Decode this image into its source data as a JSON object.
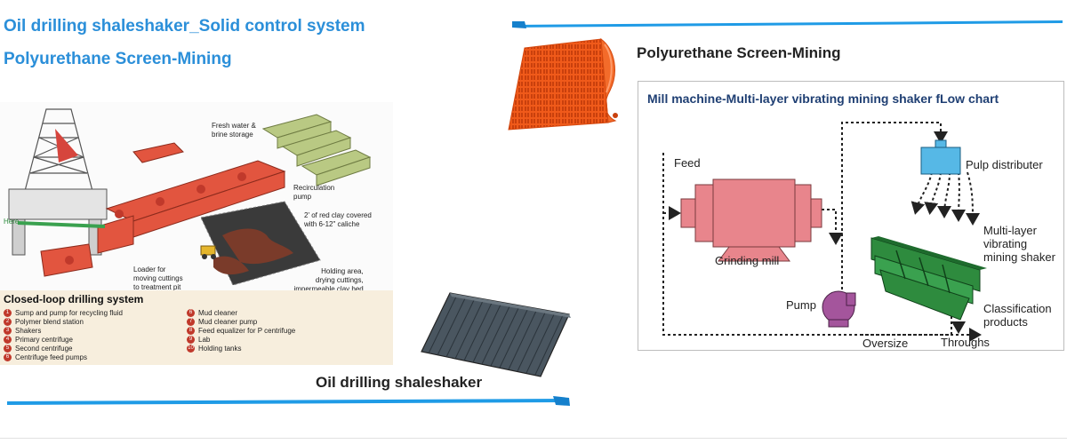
{
  "header": {
    "title_line1": "Oil drilling shaleshaker_Solid control system",
    "title_line2": "Polyurethane Screen-Mining"
  },
  "captions": {
    "polyurethane_screen": "Polyurethane Screen-Mining",
    "oil_shaleshaker": "Oil drilling shaleshaker"
  },
  "drilling_diagram": {
    "labels": {
      "fresh_water": "Fresh water &\nbrine storage",
      "recirculation": "Recirculation\npump",
      "red_clay": "2' of red clay covered\nwith 6-12\" caliche",
      "here": "Here",
      "loader": "Loader for\nmoving cuttings\nto treatment pit",
      "holding_area": "Holding area,\ndrying cuttings,\nimpermeable clay bed\nbottom covered with caliche"
    },
    "legend_title": "Closed-loop drilling system",
    "legend_left": [
      {
        "num": "1",
        "text": "Sump and pump for recycling fluid"
      },
      {
        "num": "2",
        "text": "Polymer blend station"
      },
      {
        "num": "3",
        "text": "Shakers"
      },
      {
        "num": "4",
        "text": "Primary centrifuge"
      },
      {
        "num": "5",
        "text": "Second centrifuge"
      },
      {
        "num": "6",
        "text": "Centrifuge feed pumps"
      }
    ],
    "legend_right": [
      {
        "num": "6",
        "text": "Mud cleaner"
      },
      {
        "num": "7",
        "text": "Mud cleaner pump"
      },
      {
        "num": "8",
        "text": "Feed equalizer for P centrifuge"
      },
      {
        "num": "9",
        "text": "Lab"
      },
      {
        "num": "10",
        "text": "Holding tanks"
      }
    ]
  },
  "flow_chart": {
    "title": "Mill machine-Multi-layer vibrating mining shaker fLow chart",
    "labels": {
      "feed": "Feed",
      "grinding_mill": "Grinding mill",
      "pump": "Pump",
      "pulp_distributer": "Pulp distributer",
      "shaker": "Multi-layer\nvibrating\nmining shaker",
      "classification": "Classification\nproducts",
      "oversize": "Oversize",
      "throughs": "Throughs"
    }
  },
  "colors": {
    "title_blue": "#2b8fd9",
    "flow_title_navy": "#1f3f73",
    "screen_orange": "#f05a1a",
    "mill_pink": "#e8858c",
    "pump_purple": "#a4559c",
    "shaker_green": "#2e8b3e",
    "distributer_blue": "#56b8e6"
  }
}
